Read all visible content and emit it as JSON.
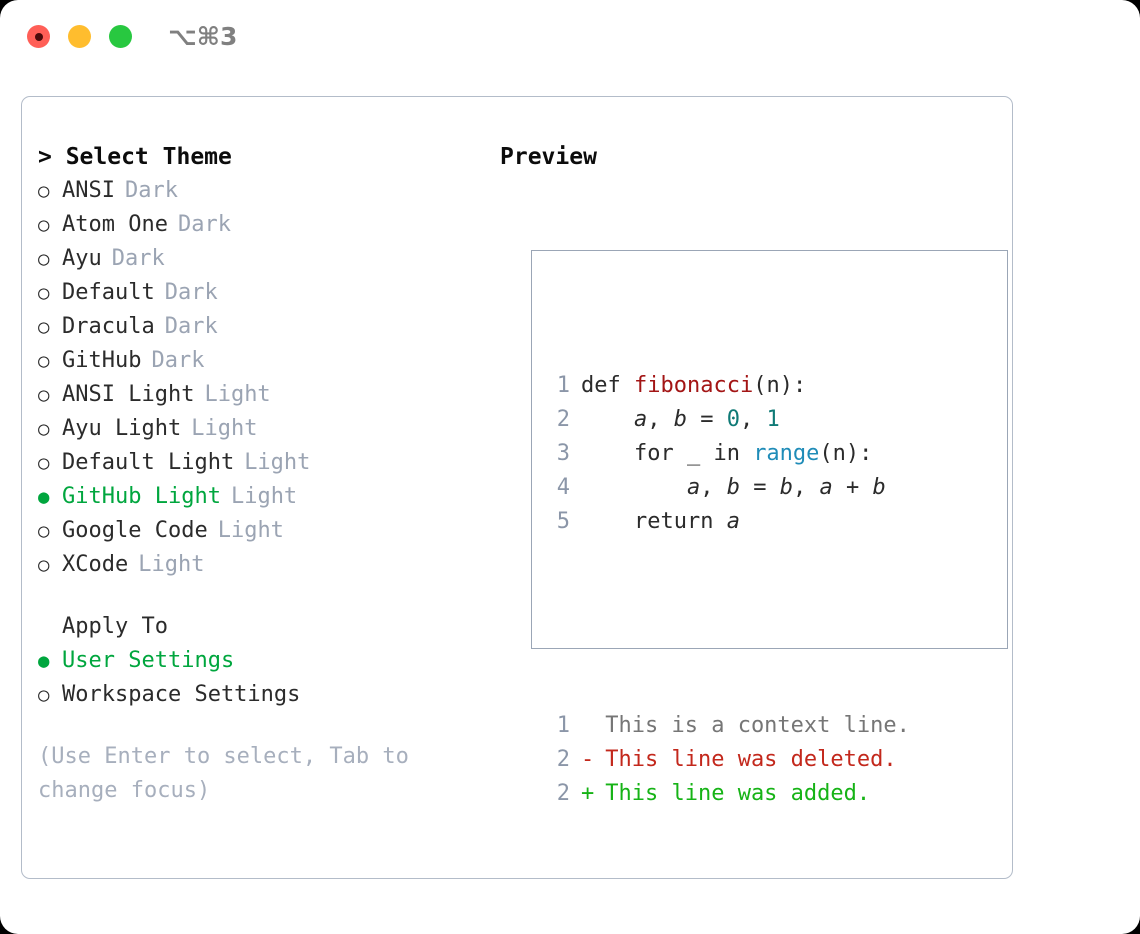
{
  "titlebar": {
    "shortcut": "⌥⌘3",
    "lights": [
      {
        "name": "close",
        "color": "#ff5f57"
      },
      {
        "name": "minimize",
        "color": "#ffbd2e"
      },
      {
        "name": "maximize",
        "color": "#28c840"
      }
    ]
  },
  "theme_panel": {
    "heading": "> Select Theme",
    "options": [
      {
        "marker": "○",
        "label": "ANSI",
        "tag": "Dark",
        "selected": false
      },
      {
        "marker": "○",
        "label": "Atom One",
        "tag": "Dark",
        "selected": false
      },
      {
        "marker": "○",
        "label": "Ayu",
        "tag": "Dark",
        "selected": false
      },
      {
        "marker": "○",
        "label": "Default",
        "tag": "Dark",
        "selected": false
      },
      {
        "marker": "○",
        "label": "Dracula",
        "tag": "Dark",
        "selected": false
      },
      {
        "marker": "○",
        "label": "GitHub",
        "tag": "Dark",
        "selected": false
      },
      {
        "marker": "○",
        "label": "ANSI Light",
        "tag": "Light",
        "selected": false
      },
      {
        "marker": "○",
        "label": "Ayu Light",
        "tag": "Light",
        "selected": false
      },
      {
        "marker": "○",
        "label": "Default Light",
        "tag": "Light",
        "selected": false
      },
      {
        "marker": "●",
        "label": "GitHub Light",
        "tag": "Light",
        "selected": true
      },
      {
        "marker": "○",
        "label": "Google Code",
        "tag": "Light",
        "selected": false
      },
      {
        "marker": "○",
        "label": "XCode",
        "tag": "Light",
        "selected": false
      }
    ]
  },
  "apply_to": {
    "heading": "Apply To",
    "options": [
      {
        "marker": "●",
        "label": "User Settings",
        "selected": true
      },
      {
        "marker": "○",
        "label": "Workspace Settings",
        "selected": false
      }
    ]
  },
  "hint": "(Use Enter to select, Tab to change focus)",
  "preview": {
    "heading": "Preview",
    "code_lines": [
      {
        "number": "1",
        "tokens": [
          {
            "text": "def ",
            "kind": "plain"
          },
          {
            "text": "fibonacci",
            "kind": "fn"
          },
          {
            "text": "(n):",
            "kind": "plain"
          }
        ]
      },
      {
        "number": "2",
        "tokens": [
          {
            "text": "    ",
            "kind": "plain"
          },
          {
            "text": "a",
            "kind": "var"
          },
          {
            "text": ", ",
            "kind": "plain"
          },
          {
            "text": "b",
            "kind": "var"
          },
          {
            "text": " = ",
            "kind": "plain"
          },
          {
            "text": "0",
            "kind": "num"
          },
          {
            "text": ", ",
            "kind": "plain"
          },
          {
            "text": "1",
            "kind": "num"
          }
        ]
      },
      {
        "number": "3",
        "tokens": [
          {
            "text": "    for _ in ",
            "kind": "plain"
          },
          {
            "text": "range",
            "kind": "call"
          },
          {
            "text": "(n):",
            "kind": "plain"
          }
        ]
      },
      {
        "number": "4",
        "tokens": [
          {
            "text": "        ",
            "kind": "plain"
          },
          {
            "text": "a",
            "kind": "var"
          },
          {
            "text": ", ",
            "kind": "plain"
          },
          {
            "text": "b",
            "kind": "var"
          },
          {
            "text": " = ",
            "kind": "plain"
          },
          {
            "text": "b",
            "kind": "var"
          },
          {
            "text": ", ",
            "kind": "plain"
          },
          {
            "text": "a",
            "kind": "var"
          },
          {
            "text": " + ",
            "kind": "plain"
          },
          {
            "text": "b",
            "kind": "var"
          }
        ]
      },
      {
        "number": "5",
        "tokens": [
          {
            "text": "    return ",
            "kind": "plain"
          },
          {
            "text": "a",
            "kind": "var"
          }
        ]
      }
    ],
    "diff_lines": [
      {
        "number": "1",
        "marker": " ",
        "text": "This is a context line.",
        "kind": "context"
      },
      {
        "number": "2",
        "marker": "-",
        "text": "This line was deleted.",
        "kind": "deleted"
      },
      {
        "number": "2",
        "marker": "+",
        "text": "This line was added.",
        "kind": "added"
      }
    ]
  },
  "colors": {
    "accent_green": "#00a63e",
    "muted_tag": "#9ba4b3",
    "hint_grey": "#a7afbd",
    "line_number": "#8b96a8",
    "code_fn_red": "#a31515",
    "code_num_teal": "#0f7a76",
    "code_call_blue": "#1f8cb8",
    "diff_deleted": "#c3281c",
    "diff_added": "#16b316",
    "diff_context": "#767676",
    "panel_border": "#b3bcc9",
    "preview_border": "#9ba6b6"
  }
}
